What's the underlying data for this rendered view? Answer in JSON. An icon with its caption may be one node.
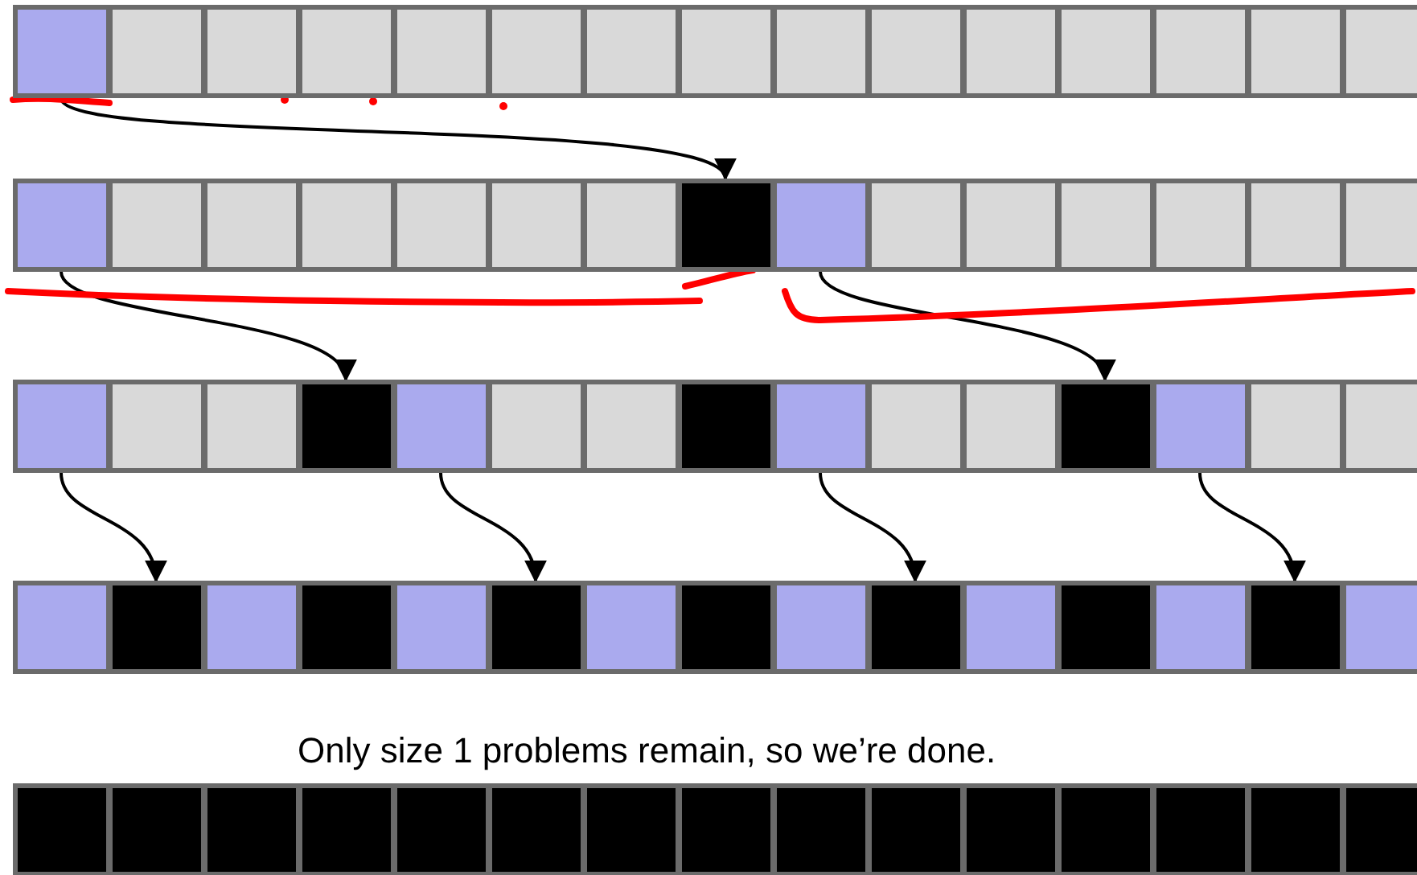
{
  "diagram": {
    "nodes": [
      {
        "text": [],
        "shape": "box"
      },
      {
        "text": [],
        "shape": "box"
      },
      {
        "text": [],
        "shape": "box"
      },
      {
        "text": [],
        "shape": "box"
      },
      {
        "text": [],
        "shape": "box"
      },
      {
        "text": [],
        "shape": "box"
      },
      {
        "text": [],
        "shape": "box"
      },
      {
        "text": [],
        "shape": "box"
      },
      {
        "text": [],
        "shape": "box"
      },
      {
        "text": [],
        "shape": "box"
      },
      {
        "text": [],
        "shape": "box"
      },
      {
        "text": [],
        "shape": "box"
      },
      {
        "text": [],
        "shape": "box"
      },
      {
        "text": [],
        "shape": "box"
      },
      {
        "text": [],
        "shape": "box"
      },
      {
        "text": [],
        "shape": "box"
      },
      {
        "text": [],
        "shape": "box"
      },
      {
        "text": [],
        "shape": "box"
      },
      {
        "text": [],
        "shape": "box"
      },
      {
        "text": [],
        "shape": "box"
      },
      {
        "text": [],
        "shape": "box"
      },
      {
        "text": [],
        "shape": "box"
      },
      {
        "text": [],
        "shape": "box"
      },
      {
        "text": [],
        "shape": "box"
      },
      {
        "text": [],
        "shape": "box"
      },
      {
        "text": [],
        "shape": "box"
      },
      {
        "text": [],
        "shape": "box"
      },
      {
        "text": [],
        "shape": "box"
      },
      {
        "text": [],
        "shape": "box"
      },
      {
        "text": [],
        "shape": "box"
      },
      {
        "text": [],
        "shape": "box"
      },
      {
        "text": [],
        "shape": "box"
      },
      {
        "text": [],
        "shape": "box"
      },
      {
        "text": [],
        "shape": "box"
      },
      {
        "text": [],
        "shape": "box"
      },
      {
        "text": [],
        "shape": "box"
      },
      {
        "text": [],
        "shape": "box"
      },
      {
        "text": [],
        "shape": "box"
      },
      {
        "text": [],
        "shape": "box"
      },
      {
        "text": [],
        "shape": "box"
      },
      {
        "text": [],
        "shape": "box"
      },
      {
        "text": [],
        "shape": "box"
      },
      {
        "text": [],
        "shape": "box"
      },
      {
        "text": [],
        "shape": "box"
      },
      {
        "text": [],
        "shape": "box"
      },
      {
        "text": [],
        "shape": "box"
      },
      {
        "text": [],
        "shape": "box"
      },
      {
        "text": [],
        "shape": "box"
      },
      {
        "text": [],
        "shape": "box"
      },
      {
        "text": [],
        "shape": "box"
      },
      {
        "text": [],
        "shape": "box"
      },
      {
        "text": [],
        "shape": "box"
      },
      {
        "text": [],
        "shape": "box"
      },
      {
        "text": [],
        "shape": "box"
      },
      {
        "text": [],
        "shape": "box"
      },
      {
        "text": [],
        "shape": "box"
      },
      {
        "text": [],
        "shape": "box"
      },
      {
        "text": [],
        "shape": "box"
      },
      {
        "text": [],
        "shape": "box"
      },
      {
        "text": [],
        "shape": "box"
      },
      {
        "text": [],
        "shape": "box"
      },
      {
        "text": [],
        "shape": "box"
      },
      {
        "text": [],
        "shape": "box"
      },
      {
        "text": [],
        "shape": "box"
      },
      {
        "text": [],
        "shape": "box"
      },
      {
        "text": [],
        "shape": "box"
      },
      {
        "text": [],
        "shape": "box"
      },
      {
        "text": [],
        "shape": "box"
      },
      {
        "text": [],
        "shape": "box"
      },
      {
        "text": [],
        "shape": "box"
      },
      {
        "text": [],
        "shape": "box"
      },
      {
        "text": [],
        "shape": "box"
      },
      {
        "text": [],
        "shape": "box"
      },
      {
        "text": [],
        "shape": "box"
      },
      {
        "text": [],
        "shape": "box"
      }
    ],
    "edges": [
      {
        "from": 0,
        "to": 22,
        "arrow": "to"
      },
      {
        "from": 15,
        "to": 33,
        "arrow": "to"
      },
      {
        "from": 23,
        "to": 41,
        "arrow": "to"
      },
      {
        "from": 30,
        "to": 46,
        "arrow": "to"
      },
      {
        "from": 34,
        "to": 50,
        "arrow": "to"
      },
      {
        "from": 38,
        "to": 54,
        "arrow": "to"
      },
      {
        "from": 42,
        "to": 58,
        "arrow": "to"
      }
    ],
    "labels": [
      "Only size 1 problems remain, so we’re done."
    ]
  }
}
